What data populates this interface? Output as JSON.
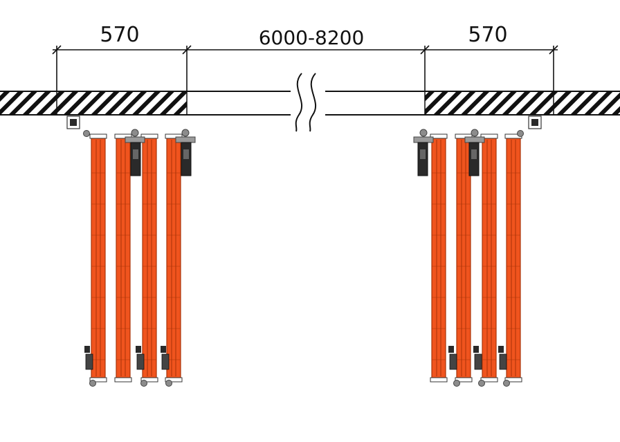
{
  "dimensions": {
    "left_width": "570",
    "opening_range": "6000-8200",
    "right_width": "570"
  },
  "colors": {
    "panel_orange": "#F0541E",
    "panel_edge": "#A83208",
    "hardware_dark": "#2A2A2A",
    "hardware_grey": "#8C8C8C",
    "hatch_line": "#111111",
    "dimension_line": "#111111"
  }
}
